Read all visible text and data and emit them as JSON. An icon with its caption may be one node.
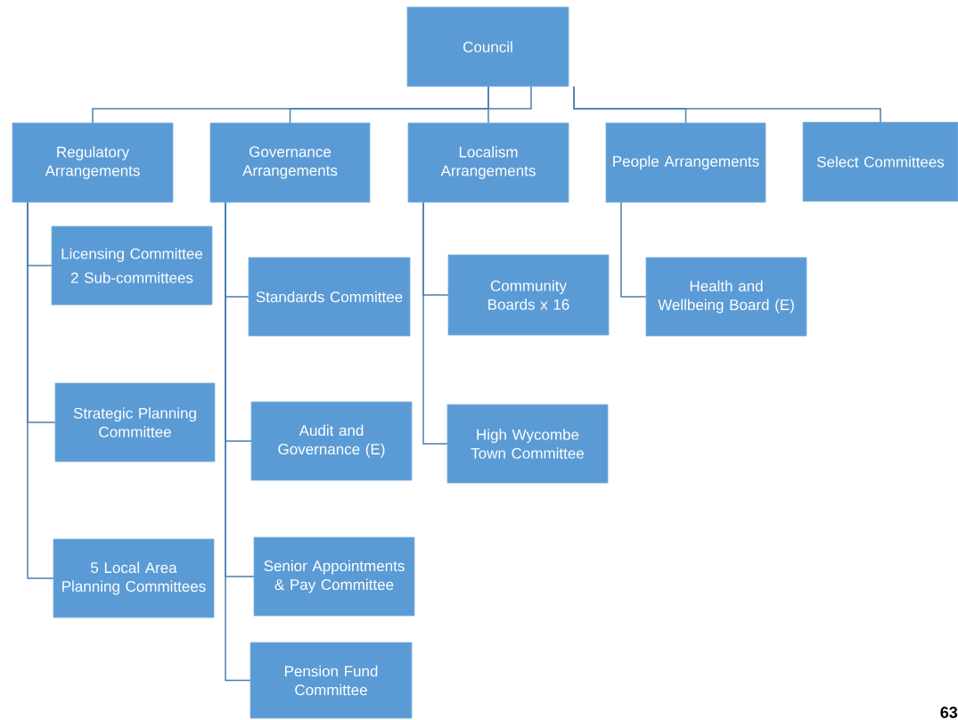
{
  "diagram": {
    "nodes": [
      {
        "text": [
          "Council"
        ]
      },
      {
        "text": [
          "Regulatory Arrangements"
        ]
      },
      {
        "text": [
          "Governance Arrangements"
        ]
      },
      {
        "text": [
          "Localism Arrangements"
        ]
      },
      {
        "text": [
          "People Arrangements"
        ]
      },
      {
        "text": [
          "Select Committees"
        ]
      },
      {
        "text": [
          "Licensing Committee",
          "2 Sub-committees"
        ]
      },
      {
        "text": [
          "Strategic Planning Committee"
        ]
      },
      {
        "text": [
          "5 Local Area Planning Committees"
        ]
      },
      {
        "text": [
          "Standards Committee"
        ]
      },
      {
        "text": [
          "Audit and Governance (E)"
        ]
      },
      {
        "text": [
          "Senior Appointments & Pay Committee"
        ]
      },
      {
        "text": [
          "Pension Fund Committee"
        ]
      },
      {
        "text": [
          "Community Boards x 16"
        ]
      },
      {
        "text": [
          "High Wycombe Town Committee"
        ]
      },
      {
        "text": [
          "Health and Wellbeing Board (E)"
        ]
      }
    ],
    "edges": [
      {
        "from": 0,
        "to": 1,
        "arrow": "none"
      },
      {
        "from": 0,
        "to": 2,
        "arrow": "none"
      },
      {
        "from": 0,
        "to": 3,
        "arrow": "none"
      },
      {
        "from": 0,
        "to": 4,
        "arrow": "none"
      },
      {
        "from": 0,
        "to": 5,
        "arrow": "none"
      },
      {
        "from": 1,
        "to": 6,
        "arrow": "none"
      },
      {
        "from": 1,
        "to": 7,
        "arrow": "none"
      },
      {
        "from": 1,
        "to": 8,
        "arrow": "none"
      },
      {
        "from": 2,
        "to": 9,
        "arrow": "none"
      },
      {
        "from": 2,
        "to": 10,
        "arrow": "none"
      },
      {
        "from": 2,
        "to": 11,
        "arrow": "none"
      },
      {
        "from": 2,
        "to": 12,
        "arrow": "none"
      },
      {
        "from": 3,
        "to": 13,
        "arrow": "none"
      },
      {
        "from": 3,
        "to": 14,
        "arrow": "none"
      },
      {
        "from": 4,
        "to": 15,
        "arrow": "none"
      }
    ],
    "labels": [
      "63"
    ]
  }
}
